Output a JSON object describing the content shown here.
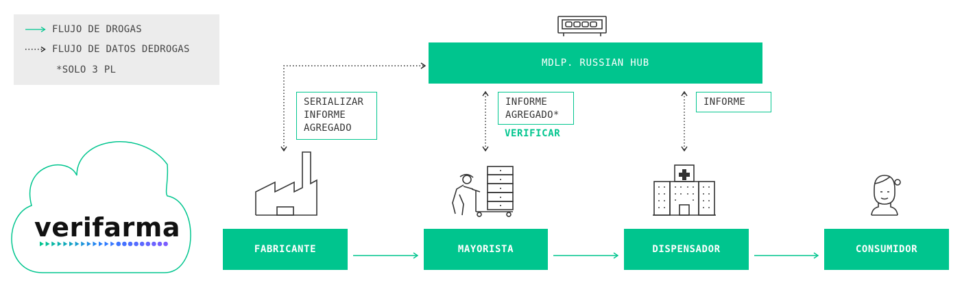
{
  "legend": {
    "drug_flow": "FLUJO DE DROGAS",
    "data_flow": "FLUJO DE DATOS DEDROGAS",
    "note": "*SOLO 3 PL"
  },
  "hub": {
    "label": "MDLP. RUSSIAN HUB"
  },
  "info_boxes": {
    "serializar": [
      "SERIALIZAR",
      "INFORME",
      "AGREGADO"
    ],
    "informe_agregado": [
      "INFORME",
      "AGREGADO*"
    ],
    "verificar": "VERIFICAR",
    "informe": "INFORME"
  },
  "nodes": {
    "fabricante": "FABRICANTE",
    "mayorista": "MAYORISTA",
    "dispensador": "DISPENSADOR",
    "consumidor": "CONSUMIDOR"
  },
  "logo": {
    "text": "verifarma"
  },
  "colors": {
    "accent": "#00c58e",
    "legend_bg": "#ececec",
    "text": "#333333",
    "dots_start": "#00c58e",
    "dots_end": "#7b5cff"
  }
}
